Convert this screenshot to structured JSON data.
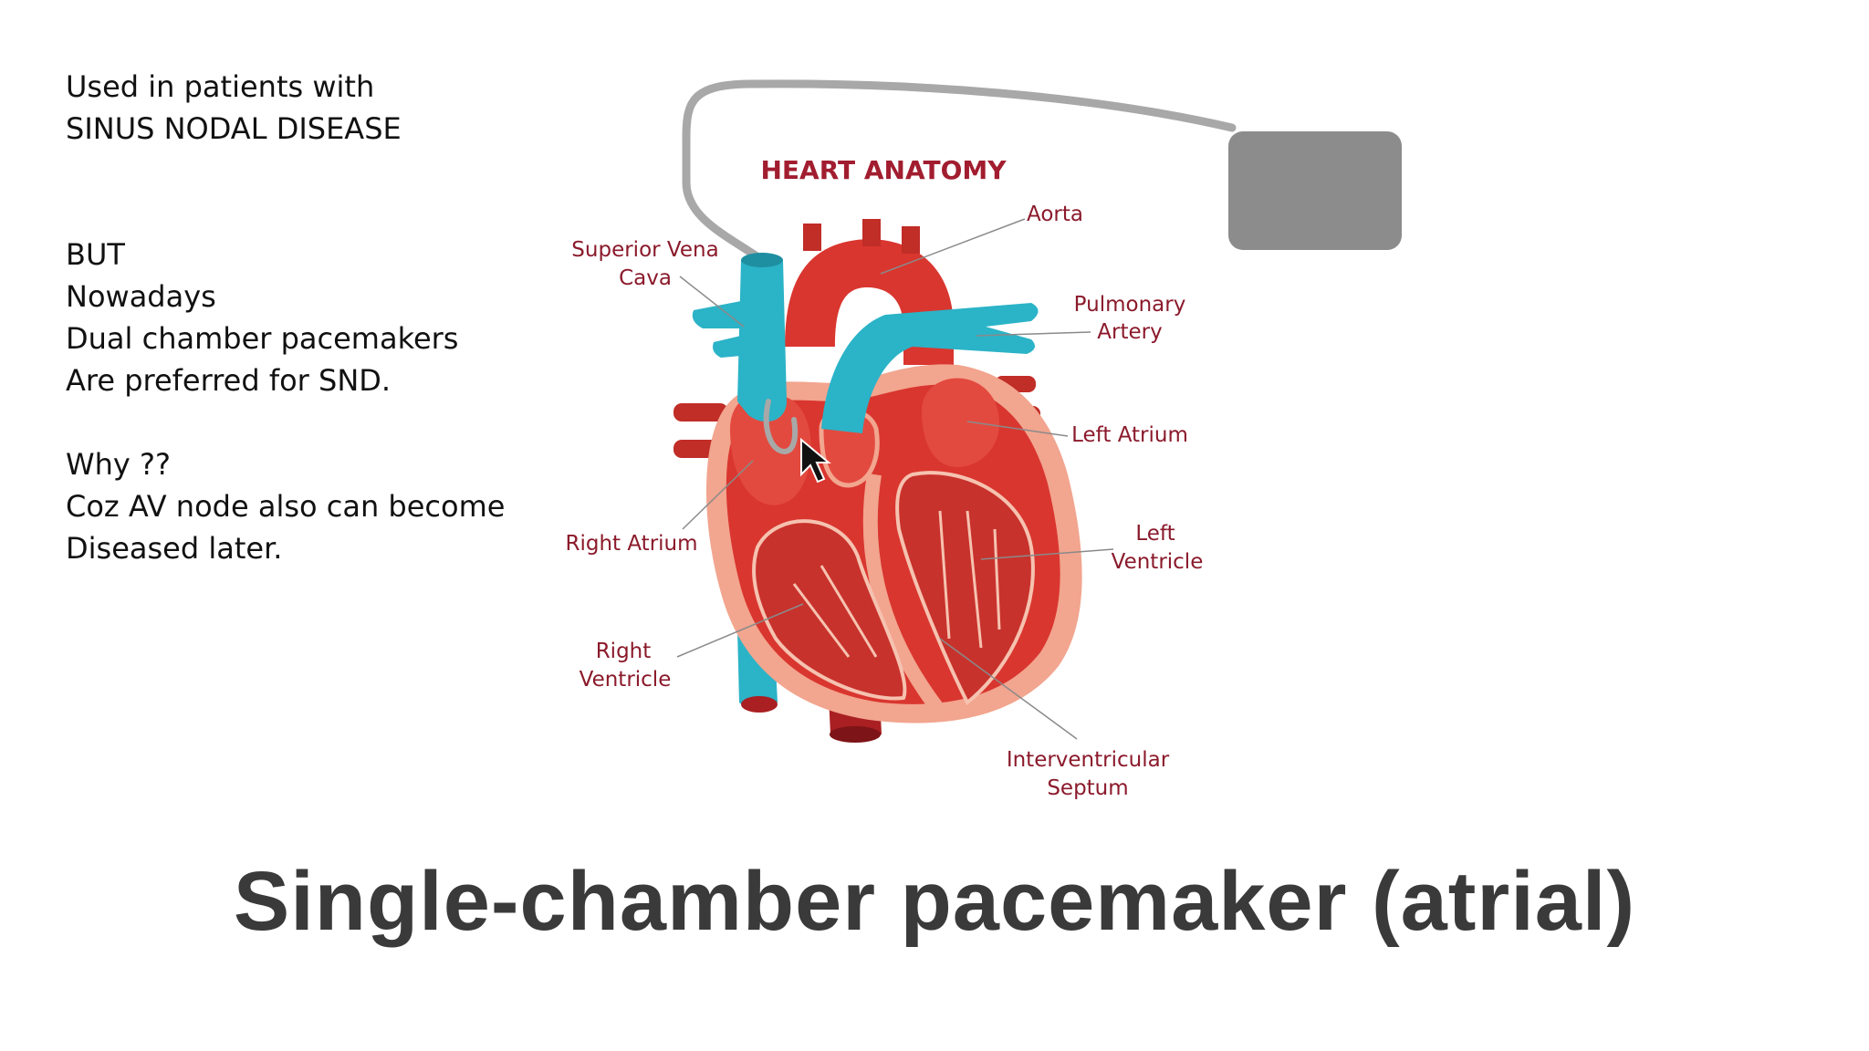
{
  "notes": {
    "lines_a": [
      "Used in patients with",
      "SINUS NODAL DISEASE"
    ],
    "lines_b": [
      "BUT",
      "Nowadays",
      "Dual chamber pacemakers",
      "Are preferred for SND."
    ],
    "lines_c": [
      "Why ??",
      "Coz AV node also can become",
      "Diseased later."
    ]
  },
  "diagram": {
    "heading": "HEART ANATOMY",
    "labels": {
      "superior_vena_cava": [
        "Superior Vena",
        "Cava"
      ],
      "aorta": "Aorta",
      "pulmonary_artery": [
        "Pulmonary",
        "Artery"
      ],
      "left_atrium": "Left Atrium",
      "right_atrium": "Right Atrium",
      "left_ventricle": [
        "Left",
        "Ventricle"
      ],
      "right_ventricle": [
        "Right",
        "Ventricle"
      ],
      "interventricular_septum": [
        "Interventricular",
        "Septum"
      ]
    }
  },
  "title": "Single-chamber pacemaker (atrial)",
  "colors": {
    "vessel_blue": "#2bb3c7",
    "heart_red": "#d9362f",
    "heart_dark": "#a91f22",
    "heart_light": "#f2a58f",
    "label_color": "#8b1a2b",
    "pacemaker_gray": "#8c8c8c",
    "lead_gray": "#a8a8a8",
    "title_color": "#3a3a3a"
  }
}
